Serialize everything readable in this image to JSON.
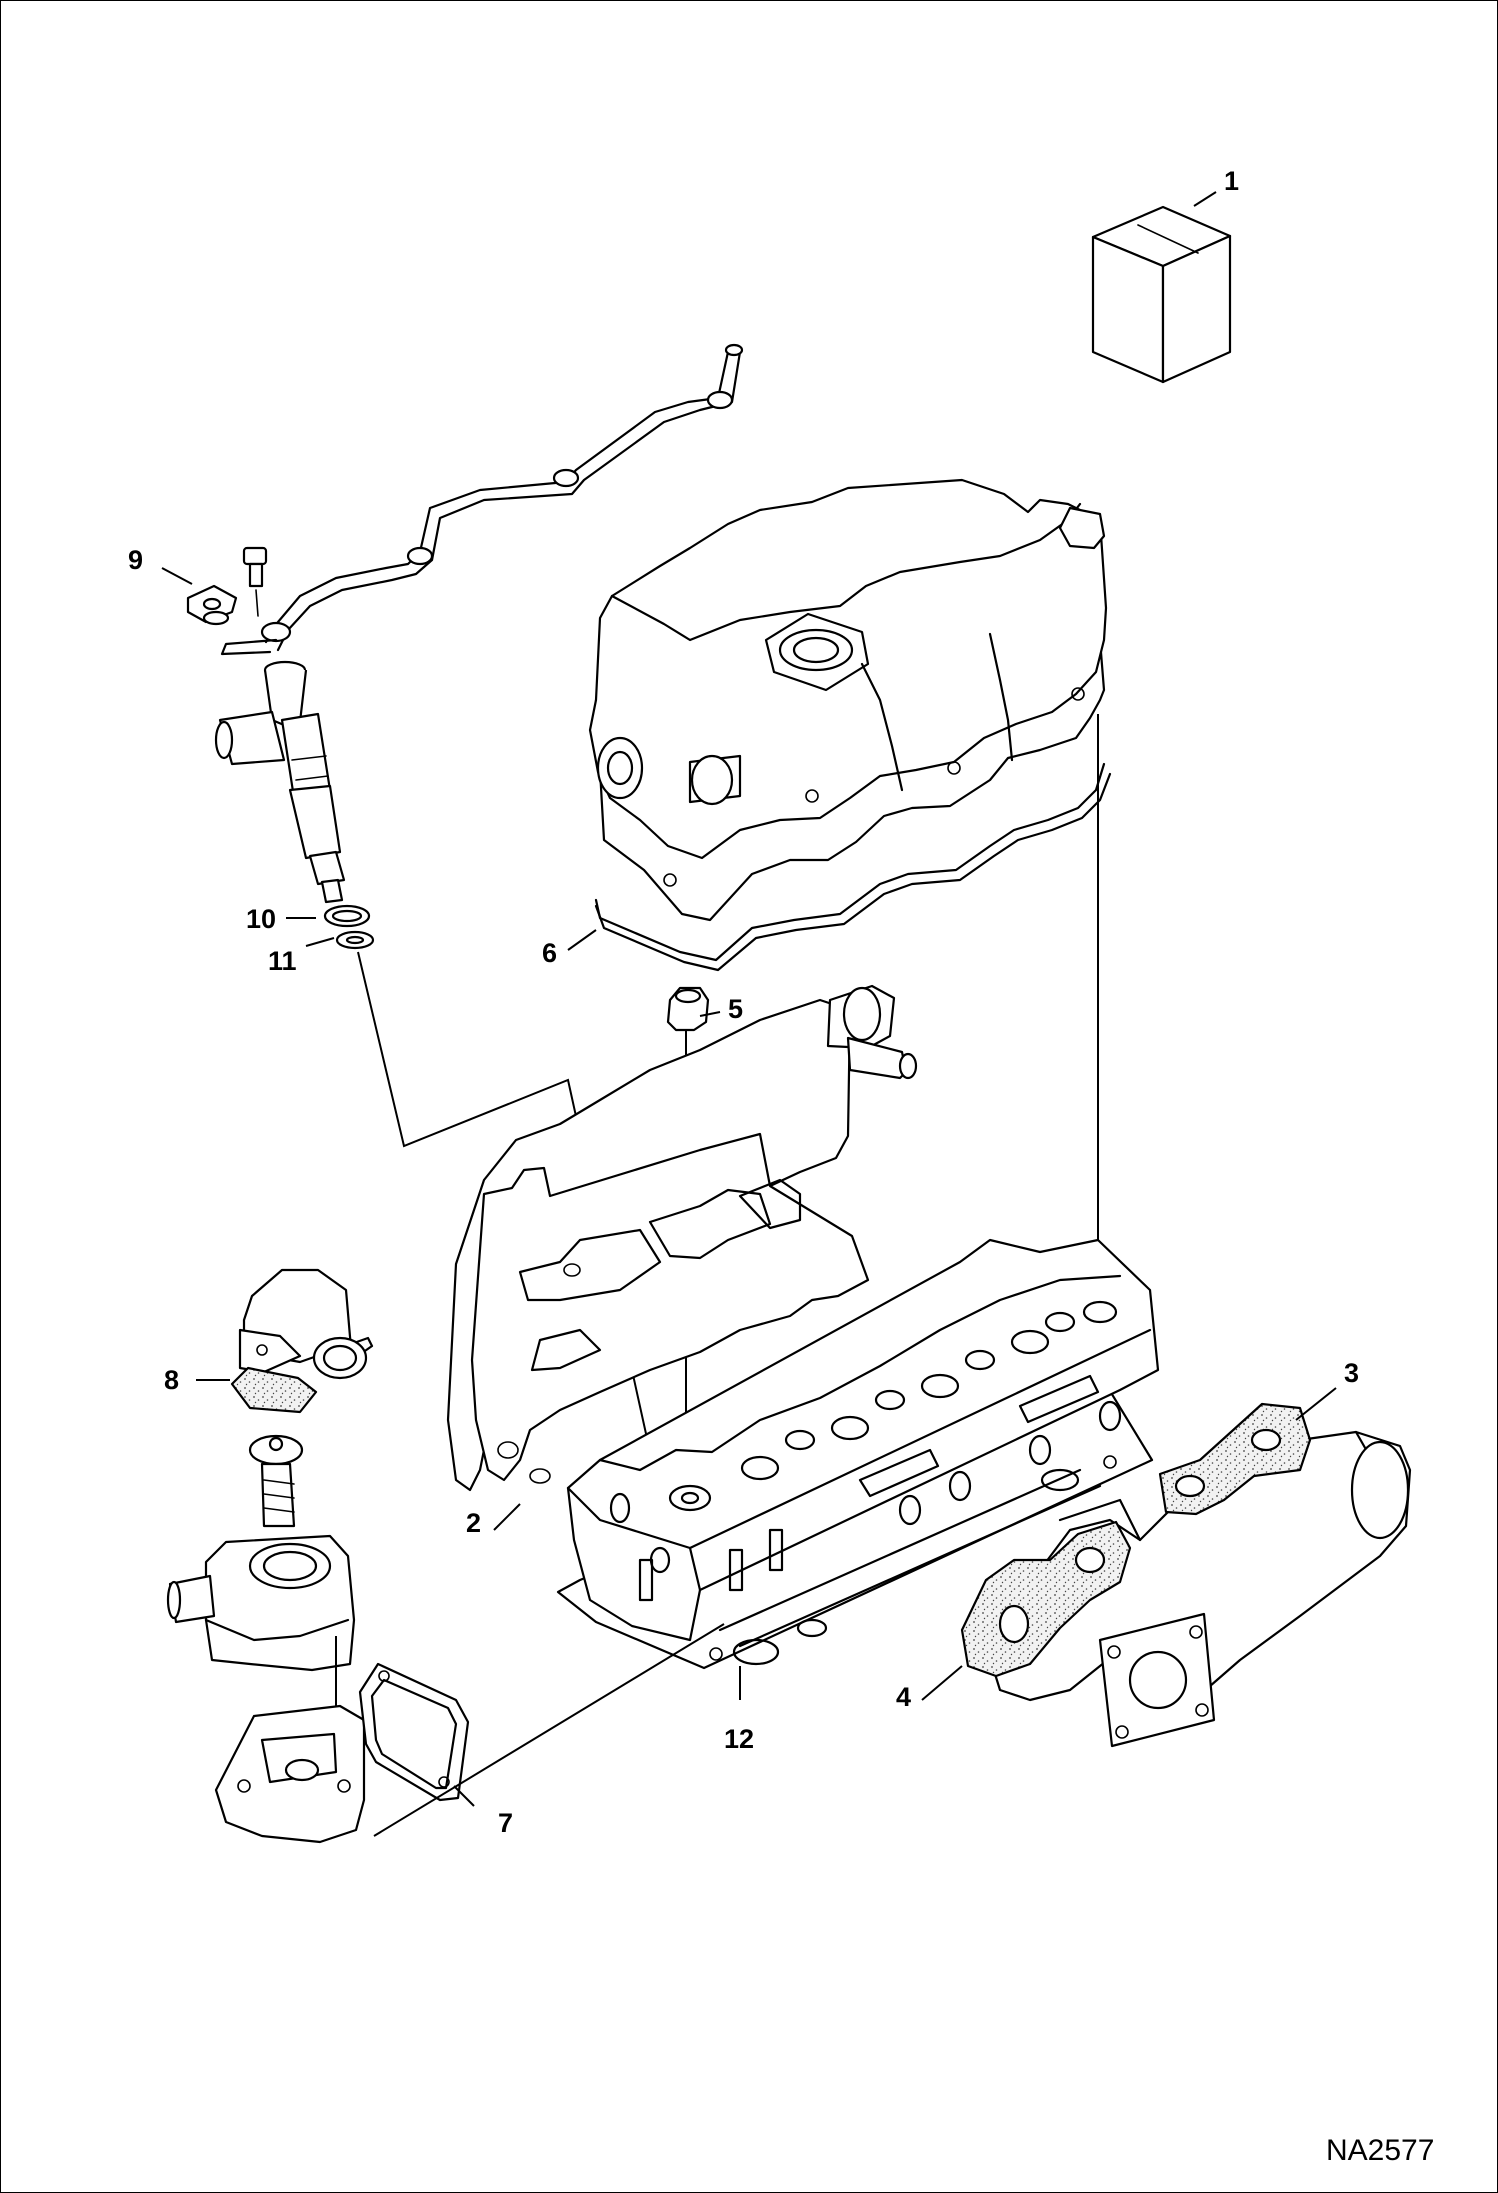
{
  "figure_code": "NA2577",
  "callouts": [
    {
      "id": "1",
      "text": "1"
    },
    {
      "id": "2",
      "text": "2"
    },
    {
      "id": "3",
      "text": "3"
    },
    {
      "id": "4",
      "text": "4"
    },
    {
      "id": "5",
      "text": "5"
    },
    {
      "id": "6",
      "text": "6"
    },
    {
      "id": "7",
      "text": "7"
    },
    {
      "id": "8",
      "text": "8"
    },
    {
      "id": "9",
      "text": "9"
    },
    {
      "id": "10",
      "text": "10"
    },
    {
      "id": "11",
      "text": "11"
    },
    {
      "id": "12",
      "text": "12"
    }
  ]
}
